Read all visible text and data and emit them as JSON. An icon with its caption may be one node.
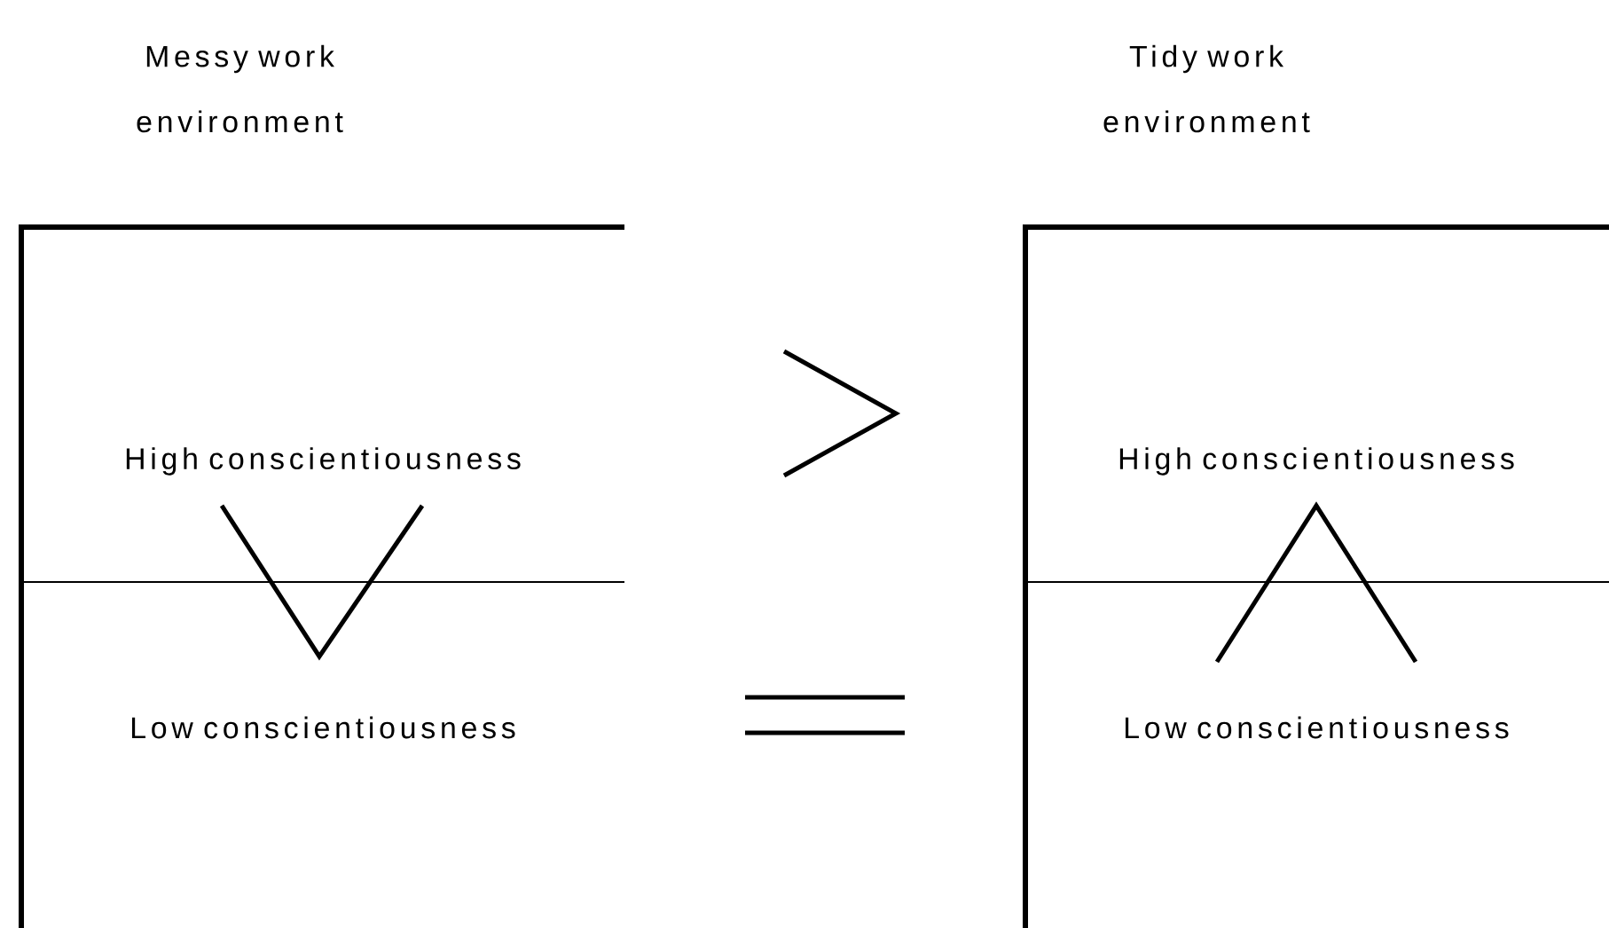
{
  "diagram": {
    "nodes": [
      {
        "text": [
          "Messy work environment"
        ]
      },
      {
        "text": [
          "High conscientiousness"
        ],
        "in": 0
      },
      {
        "text": [
          "Low conscientiousness"
        ],
        "in": 0
      },
      {
        "text": [
          "Tidy work environment"
        ]
      },
      {
        "text": [
          "High conscientiousness"
        ],
        "in": 3
      },
      {
        "text": [
          "Low conscientiousness"
        ],
        "in": 3
      }
    ]
  }
}
